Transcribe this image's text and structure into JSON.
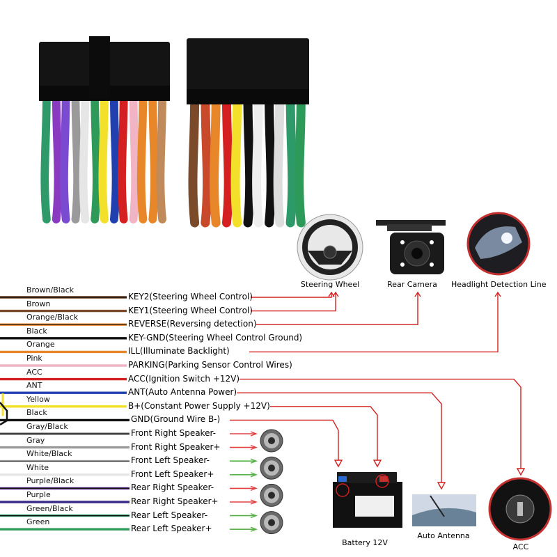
{
  "wires": [
    {
      "color_name": "Brown/Black",
      "function": "KEY2(Steering Wheel Control)",
      "main": "#6b3d1f",
      "stripe": "#111111"
    },
    {
      "color_name": "Brown",
      "function": "KEY1(Steering Wheel Control)",
      "main": "#7a4a2a",
      "stripe": null
    },
    {
      "color_name": "Orange/Black",
      "function": "REVERSE(Reversing detection)",
      "main": "#e8872a",
      "stripe": "#111111"
    },
    {
      "color_name": "Black",
      "function": "KEY-GND(Steering Wheel Control Ground)",
      "main": "#111111",
      "stripe": null
    },
    {
      "color_name": "Orange",
      "function": "ILL(Illuminate Backlight)",
      "main": "#e8872a",
      "stripe": null
    },
    {
      "color_name": "Pink",
      "function": "PARKING(Parking Sensor Control Wires)",
      "main": "#f0b4c4",
      "stripe": null
    },
    {
      "color_name": "ACC",
      "function": "ACC(Ignition Switch +12V)",
      "main": "#d42020",
      "stripe": null
    },
    {
      "color_name": "ANT",
      "function": "ANT(Auto Antenna Power)",
      "main": "#2040b0",
      "stripe": null
    },
    {
      "color_name": "Yellow",
      "function": "B+(Constant Power Supply +12V)",
      "main": "#f2e02a",
      "stripe": null
    },
    {
      "color_name": "Black",
      "function": "GND(Ground Wire B-)",
      "main": "#111111",
      "stripe": null
    },
    {
      "color_name": "Gray/Black",
      "function": "Front Right Speaker-",
      "main": "#8c8c8c",
      "stripe": "#111111"
    },
    {
      "color_name": "Gray",
      "function": "Front Right Speaker+",
      "main": "#9a9a9a",
      "stripe": null
    },
    {
      "color_name": "White/Black",
      "function": "Front Left Speaker-",
      "main": "#dddddd",
      "stripe": "#111111"
    },
    {
      "color_name": "White",
      "function": "Front Left Speaker+",
      "main": "#e6e6e6",
      "stripe": null
    },
    {
      "color_name": "Purple/Black",
      "function": "Rear Right Speaker-",
      "main": "#5a2a8a",
      "stripe": "#111111"
    },
    {
      "color_name": "Purple",
      "function": "Rear Right Speaker+",
      "main": "#3a2a8a",
      "stripe": null
    },
    {
      "color_name": "Green/Black",
      "function": "Rear Left Speaker-",
      "main": "#2e9a6a",
      "stripe": "#111111"
    },
    {
      "color_name": "Green",
      "function": "Rear Left Speaker+",
      "main": "#2e9a5a",
      "stripe": null
    }
  ],
  "devices": {
    "steering_wheel": "Steering Wheel",
    "rear_camera": "Rear Camera",
    "headlight": "Headlight Detection Line",
    "battery": "Battery 12V",
    "antenna": "Auto Antenna",
    "acc": "ACC"
  },
  "colors": {
    "connector_red": "#d42020",
    "speaker_red": "#e04040",
    "speaker_green": "#5ab04a"
  },
  "connector_colors": {
    "left": [
      "#2e9a6a",
      "#8a3ac0",
      "#7a4ad0",
      "#9a9a9a",
      "#e6e6e6",
      "#2e9a5a",
      "#f2e02a",
      "#2040b0",
      "#d42020",
      "#f0b4c4",
      "#e8872a",
      "#e8872a",
      "#c08a5a"
    ],
    "right": [
      "#7a4a2a",
      "#c84a2a",
      "#e8872a",
      "#d42020",
      "#f2e02a",
      "#111111",
      "#eeeeee",
      "#111111",
      "#dddddd",
      "#2e9a6a",
      "#2e9a5a"
    ]
  }
}
